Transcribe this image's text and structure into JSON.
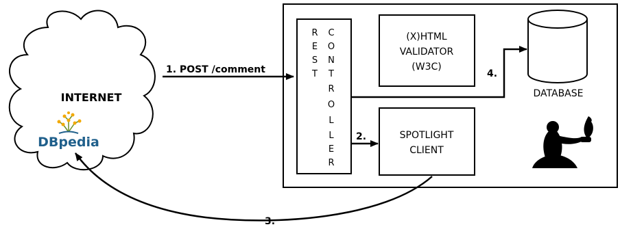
{
  "internet": {
    "title": "INTERNET",
    "logo_text": "DBpedia",
    "logo_colors": {
      "db": "#1f5f8b",
      "pedia": "#1f5f8b",
      "tree_dots": "#f2a900",
      "tree_lines": "#6b8e23"
    }
  },
  "arrows": {
    "post_label": "1. POST /comment",
    "step2_label": "2.",
    "step3_label": "3.",
    "step4_label": "4."
  },
  "rest_controller": {
    "col1": [
      "R",
      "E",
      "S",
      "T"
    ],
    "col2": [
      "C",
      "O",
      "N",
      "T",
      "R",
      "O",
      "L",
      "L",
      "E",
      "R"
    ]
  },
  "validator": {
    "lines": [
      "(X)HTML",
      "VALIDATOR",
      "(W3C)"
    ]
  },
  "spotlight": {
    "lines": [
      "SPOTLIGHT",
      "CLIENT"
    ]
  },
  "database": {
    "label": "DATABASE"
  },
  "icons": {
    "statue": "spotlight-statue-icon",
    "logo": "dbpedia-logo-icon"
  }
}
